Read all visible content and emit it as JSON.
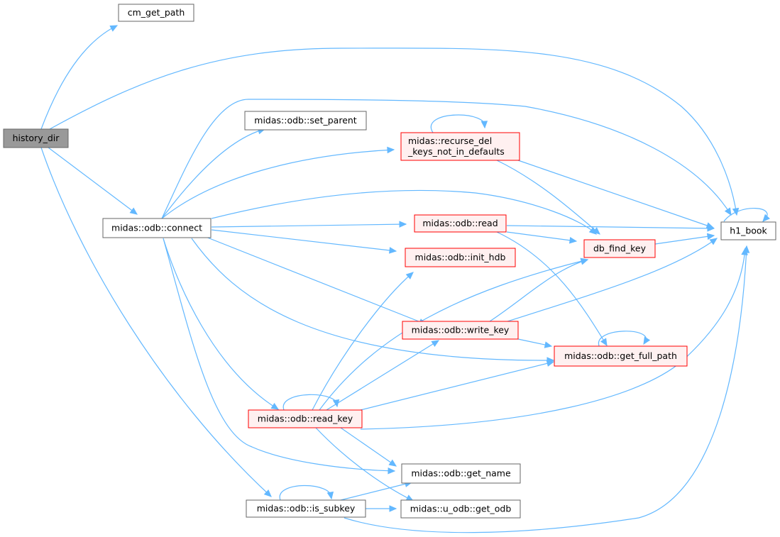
{
  "colors": {
    "edge": "#63b8ff",
    "node_fill": "#ffffff",
    "node_border": "#666666",
    "focus_fill": "#999999",
    "error_fill": "#fff0f0",
    "error_border": "#ff0000"
  },
  "nodes": [
    {
      "id": "history_dir",
      "lines": [
        "history_dir"
      ],
      "style": "focus"
    },
    {
      "id": "cm_get_path",
      "lines": [
        "cm_get_path"
      ],
      "style": "normal"
    },
    {
      "id": "connect",
      "lines": [
        "midas::odb::connect"
      ],
      "style": "normal"
    },
    {
      "id": "set_parent",
      "lines": [
        "midas::odb::set_parent"
      ],
      "style": "normal"
    },
    {
      "id": "recurse",
      "lines": [
        "midas::recurse_del",
        "_keys_not_in_defaults"
      ],
      "style": "error"
    },
    {
      "id": "read",
      "lines": [
        "midas::odb::read"
      ],
      "style": "error"
    },
    {
      "id": "init_hdb",
      "lines": [
        "midas::odb::init_hdb"
      ],
      "style": "error"
    },
    {
      "id": "write_key",
      "lines": [
        "midas::odb::write_key"
      ],
      "style": "error"
    },
    {
      "id": "db_find_key",
      "lines": [
        "db_find_key"
      ],
      "style": "error"
    },
    {
      "id": "get_full_path",
      "lines": [
        "midas::odb::get_full_path"
      ],
      "style": "error"
    },
    {
      "id": "read_key",
      "lines": [
        "midas::odb::read_key"
      ],
      "style": "error"
    },
    {
      "id": "h1_book",
      "lines": [
        "h1_book"
      ],
      "style": "normal"
    },
    {
      "id": "get_name",
      "lines": [
        "midas::odb::get_name"
      ],
      "style": "normal"
    },
    {
      "id": "is_subkey",
      "lines": [
        "midas::odb::is_subkey"
      ],
      "style": "normal"
    },
    {
      "id": "get_odb",
      "lines": [
        "midas::u_odb::get_odb"
      ],
      "style": "normal"
    }
  ],
  "edges": [
    [
      "history_dir",
      "cm_get_path"
    ],
    [
      "history_dir",
      "h1_book"
    ],
    [
      "history_dir",
      "connect"
    ],
    [
      "history_dir",
      "is_subkey"
    ],
    [
      "connect",
      "set_parent"
    ],
    [
      "connect",
      "recurse"
    ],
    [
      "connect",
      "read"
    ],
    [
      "connect",
      "init_hdb"
    ],
    [
      "connect",
      "write_key"
    ],
    [
      "connect",
      "db_find_key"
    ],
    [
      "connect",
      "get_full_path"
    ],
    [
      "connect",
      "read_key"
    ],
    [
      "connect",
      "h1_book"
    ],
    [
      "connect",
      "get_name"
    ],
    [
      "recurse",
      "recurse"
    ],
    [
      "recurse",
      "db_find_key"
    ],
    [
      "recurse",
      "h1_book"
    ],
    [
      "read",
      "db_find_key"
    ],
    [
      "read",
      "h1_book"
    ],
    [
      "read",
      "get_full_path"
    ],
    [
      "db_find_key",
      "h1_book"
    ],
    [
      "h1_book",
      "h1_book"
    ],
    [
      "write_key",
      "db_find_key"
    ],
    [
      "write_key",
      "h1_book"
    ],
    [
      "write_key",
      "get_full_path"
    ],
    [
      "get_full_path",
      "get_full_path"
    ],
    [
      "read_key",
      "read_key"
    ],
    [
      "read_key",
      "init_hdb"
    ],
    [
      "read_key",
      "db_find_key"
    ],
    [
      "read_key",
      "write_key"
    ],
    [
      "read_key",
      "get_full_path"
    ],
    [
      "read_key",
      "h1_book"
    ],
    [
      "read_key",
      "get_name"
    ],
    [
      "read_key",
      "get_odb"
    ],
    [
      "is_subkey",
      "is_subkey"
    ],
    [
      "is_subkey",
      "get_name"
    ],
    [
      "is_subkey",
      "get_odb"
    ],
    [
      "is_subkey",
      "h1_book"
    ]
  ]
}
